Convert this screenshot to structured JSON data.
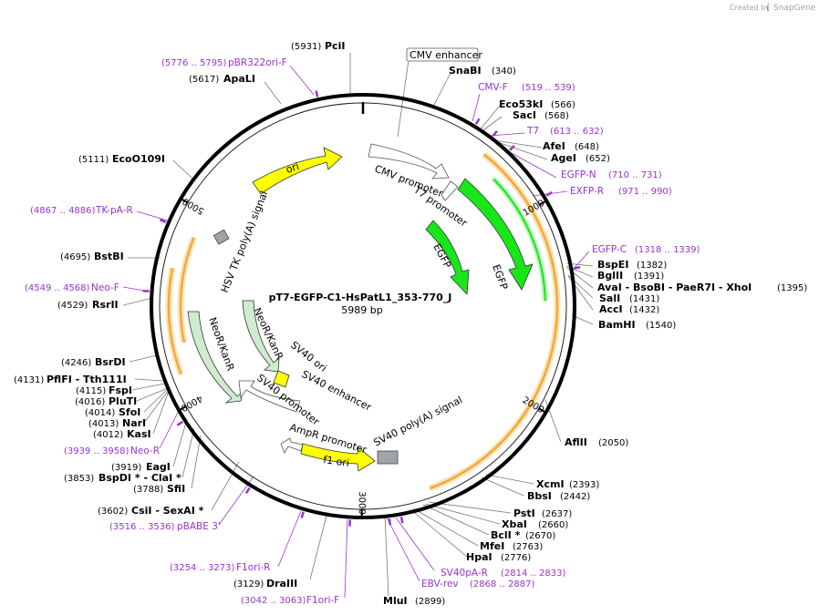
{
  "plasmid": {
    "name": "pT7-EGFP-C1-HsPatL1_353-770_J",
    "length": 5989,
    "length_label": "5989 bp"
  },
  "credit": {
    "prefix": "Created by",
    "brand": "SnapGene"
  },
  "ticks": [
    {
      "pos": 1000,
      "label": "1000"
    },
    {
      "pos": 2000,
      "label": "2000"
    },
    {
      "pos": 3000,
      "label": "3000"
    },
    {
      "pos": 4000,
      "label": "4000"
    },
    {
      "pos": 5000,
      "label": "5000"
    }
  ],
  "restriction_sites": [
    {
      "name": "PciI",
      "pos": 5931,
      "pos_label": "(5931)"
    },
    {
      "name": "SnaBI",
      "pos": 340,
      "pos_label": "(340)"
    },
    {
      "name": "ApaLI",
      "pos": 5617,
      "pos_label": "(5617)"
    },
    {
      "name": "Eco53kI",
      "pos": 566,
      "pos_label": "(566)"
    },
    {
      "name": "SacI",
      "pos": 568,
      "pos_label": "(568)"
    },
    {
      "name": "AfeI",
      "pos": 648,
      "pos_label": "(648)"
    },
    {
      "name": "AgeI",
      "pos": 652,
      "pos_label": "(652)"
    },
    {
      "name": "EcoO109I",
      "pos": 5111,
      "pos_label": "(5111)"
    },
    {
      "name": "BstBI",
      "pos": 4695,
      "pos_label": "(4695)"
    },
    {
      "name": "BspEI",
      "pos": 1382,
      "pos_label": "(1382)"
    },
    {
      "name": "BglII",
      "pos": 1391,
      "pos_label": "(1391)"
    },
    {
      "name": "AvaI - BsoBI - PaeR7I - XhoI",
      "pos": 1395,
      "pos_label": "(1395)"
    },
    {
      "name": "SalI",
      "pos": 1431,
      "pos_label": "(1431)"
    },
    {
      "name": "AccI",
      "pos": 1432,
      "pos_label": "(1432)"
    },
    {
      "name": "RsrII",
      "pos": 4529,
      "pos_label": "(4529)"
    },
    {
      "name": "BamHI",
      "pos": 1540,
      "pos_label": "(1540)"
    },
    {
      "name": "BsrDI",
      "pos": 4246,
      "pos_label": "(4246)"
    },
    {
      "name": "PflFI - Tth111I",
      "pos": 4131,
      "pos_label": "(4131)"
    },
    {
      "name": "FspI",
      "pos": 4115,
      "pos_label": "(4115)"
    },
    {
      "name": "PluTI",
      "pos": 4016,
      "pos_label": "(4016)"
    },
    {
      "name": "SfoI",
      "pos": 4014,
      "pos_label": "(4014)"
    },
    {
      "name": "NarI",
      "pos": 4013,
      "pos_label": "(4013)"
    },
    {
      "name": "KasI",
      "pos": 4012,
      "pos_label": "(4012)"
    },
    {
      "name": "AflII",
      "pos": 2050,
      "pos_label": "(2050)"
    },
    {
      "name": "EagI",
      "pos": 3919,
      "pos_label": "(3919)"
    },
    {
      "name": "BspDI * - ClaI *",
      "pos": 3853,
      "pos_label": "(3853)"
    },
    {
      "name": "SfiI",
      "pos": 3788,
      "pos_label": "(3788)"
    },
    {
      "name": "XcmI",
      "pos": 2393,
      "pos_label": "(2393)"
    },
    {
      "name": "BbsI",
      "pos": 2442,
      "pos_label": "(2442)"
    },
    {
      "name": "CsiI - SexAI *",
      "pos": 3602,
      "pos_label": "(3602)"
    },
    {
      "name": "PstI",
      "pos": 2637,
      "pos_label": "(2637)"
    },
    {
      "name": "XbaI",
      "pos": 2660,
      "pos_label": "(2660)"
    },
    {
      "name": "BclI *",
      "pos": 2670,
      "pos_label": "(2670)"
    },
    {
      "name": "MfeI",
      "pos": 2763,
      "pos_label": "(2763)"
    },
    {
      "name": "HpaI",
      "pos": 2776,
      "pos_label": "(2776)"
    },
    {
      "name": "DraIII",
      "pos": 3129,
      "pos_label": "(3129)"
    },
    {
      "name": "MluI",
      "pos": 2899,
      "pos_label": "(2899)"
    }
  ],
  "primers": [
    {
      "name": "pBR322ori-F",
      "range": "(5776 .. 5795)",
      "pos": 5785
    },
    {
      "name": "CMV-F",
      "range": "(519 .. 539)",
      "pos": 529
    },
    {
      "name": "T7",
      "range": "(613 .. 632)",
      "pos": 622
    },
    {
      "name": "EGFP-N",
      "range": "(710 .. 731)",
      "pos": 720
    },
    {
      "name": "EXFP-R",
      "range": "(971 .. 990)",
      "pos": 980
    },
    {
      "name": "TK-pA-R",
      "range": "(4867 .. 4886)",
      "pos": 4876
    },
    {
      "name": "EGFP-C",
      "range": "(1318 .. 1339)",
      "pos": 1328
    },
    {
      "name": "Neo-F",
      "range": "(4549 .. 4568)",
      "pos": 4558
    },
    {
      "name": "Neo-R",
      "range": "(3939 .. 3958)",
      "pos": 3948
    },
    {
      "name": "pBABE 3'",
      "range": "(3516 .. 3536)",
      "pos": 3526
    },
    {
      "name": "F1ori-R",
      "range": "(3254 .. 3273)",
      "pos": 3263
    },
    {
      "name": "SV40pA-R",
      "range": "(2814 .. 2833)",
      "pos": 2823
    },
    {
      "name": "EBV-rev",
      "range": "(2868 .. 2887)",
      "pos": 2877
    },
    {
      "name": "F1ori-F",
      "range": "(3042 .. 3063)",
      "pos": 3052
    }
  ],
  "features": [
    {
      "name": "CMV enhancer",
      "boxed": true
    },
    {
      "name": "CMV promoter"
    },
    {
      "name": "T7 promoter"
    },
    {
      "name": "EGFP",
      "instance": "inner"
    },
    {
      "name": "EGFP",
      "instance": "outer"
    },
    {
      "name": "ori"
    },
    {
      "name": "HSV TK poly(A) signal"
    },
    {
      "name": "NeoR/KanR",
      "instance": "outer"
    },
    {
      "name": "NeoR/KanR",
      "instance": "inner"
    },
    {
      "name": "SV40 ori"
    },
    {
      "name": "SV40 enhancer"
    },
    {
      "name": "SV40 promoter"
    },
    {
      "name": "AmpR promoter"
    },
    {
      "name": "f1 ori"
    },
    {
      "name": "SV40 poly(A) signal"
    }
  ],
  "colors": {
    "backbone": "#000000",
    "orf_orange": "#f2a93b",
    "orf_glow": "#fbe2b4",
    "egfp": "#19e619",
    "egfp_light": "#b5f5b5",
    "neo": "#cfeccf",
    "ori": "#ffff00",
    "primer": "#9933cc",
    "gray": "#a0a4a8",
    "callout": "#777777"
  }
}
